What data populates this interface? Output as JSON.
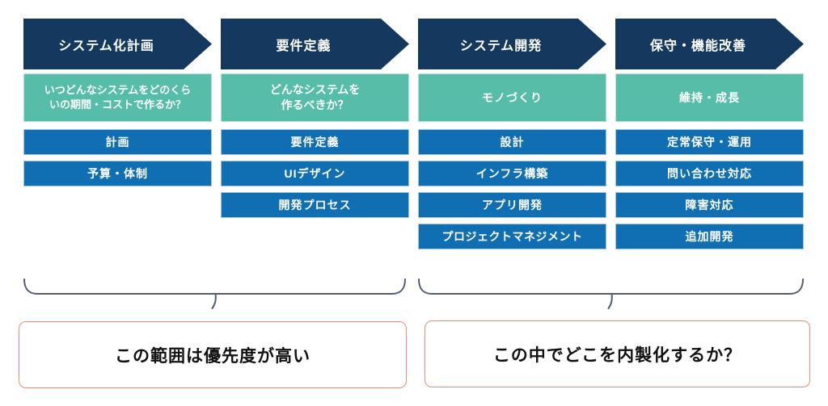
{
  "colors": {
    "navy": "#15395E",
    "teal": "#56BEA8",
    "blue": "#0F6FB2",
    "brace": "#515C72",
    "red-border": "#F08A76"
  },
  "columns": [
    {
      "header": "システム化計画",
      "question_lines": [
        "いつどんなシステムをどのくら",
        "いの期間・コストで作るか？"
      ],
      "items": [
        "計画",
        "予算・体制"
      ]
    },
    {
      "header": "要件定義",
      "question_lines": [
        "どんなシステムを",
        "作るべきか？"
      ],
      "items": [
        "要件定義",
        "UIデザイン",
        "開発プロセス"
      ]
    },
    {
      "header": "システム開発",
      "question_lines": [
        "モノづくり"
      ],
      "items": [
        "設計",
        "インフラ構築",
        "アプリ開発",
        "プロジェクトマネジメント"
      ]
    },
    {
      "header": "保守・機能改善",
      "question_lines": [
        "維持・成長"
      ],
      "items": [
        "定常保守・運用",
        "問い合わせ対応",
        "障害対応",
        "追加開発"
      ]
    }
  ],
  "annotations": [
    {
      "label": "この範囲は優先度が高い"
    },
    {
      "label": "この中でどこを内製化するか？"
    }
  ]
}
